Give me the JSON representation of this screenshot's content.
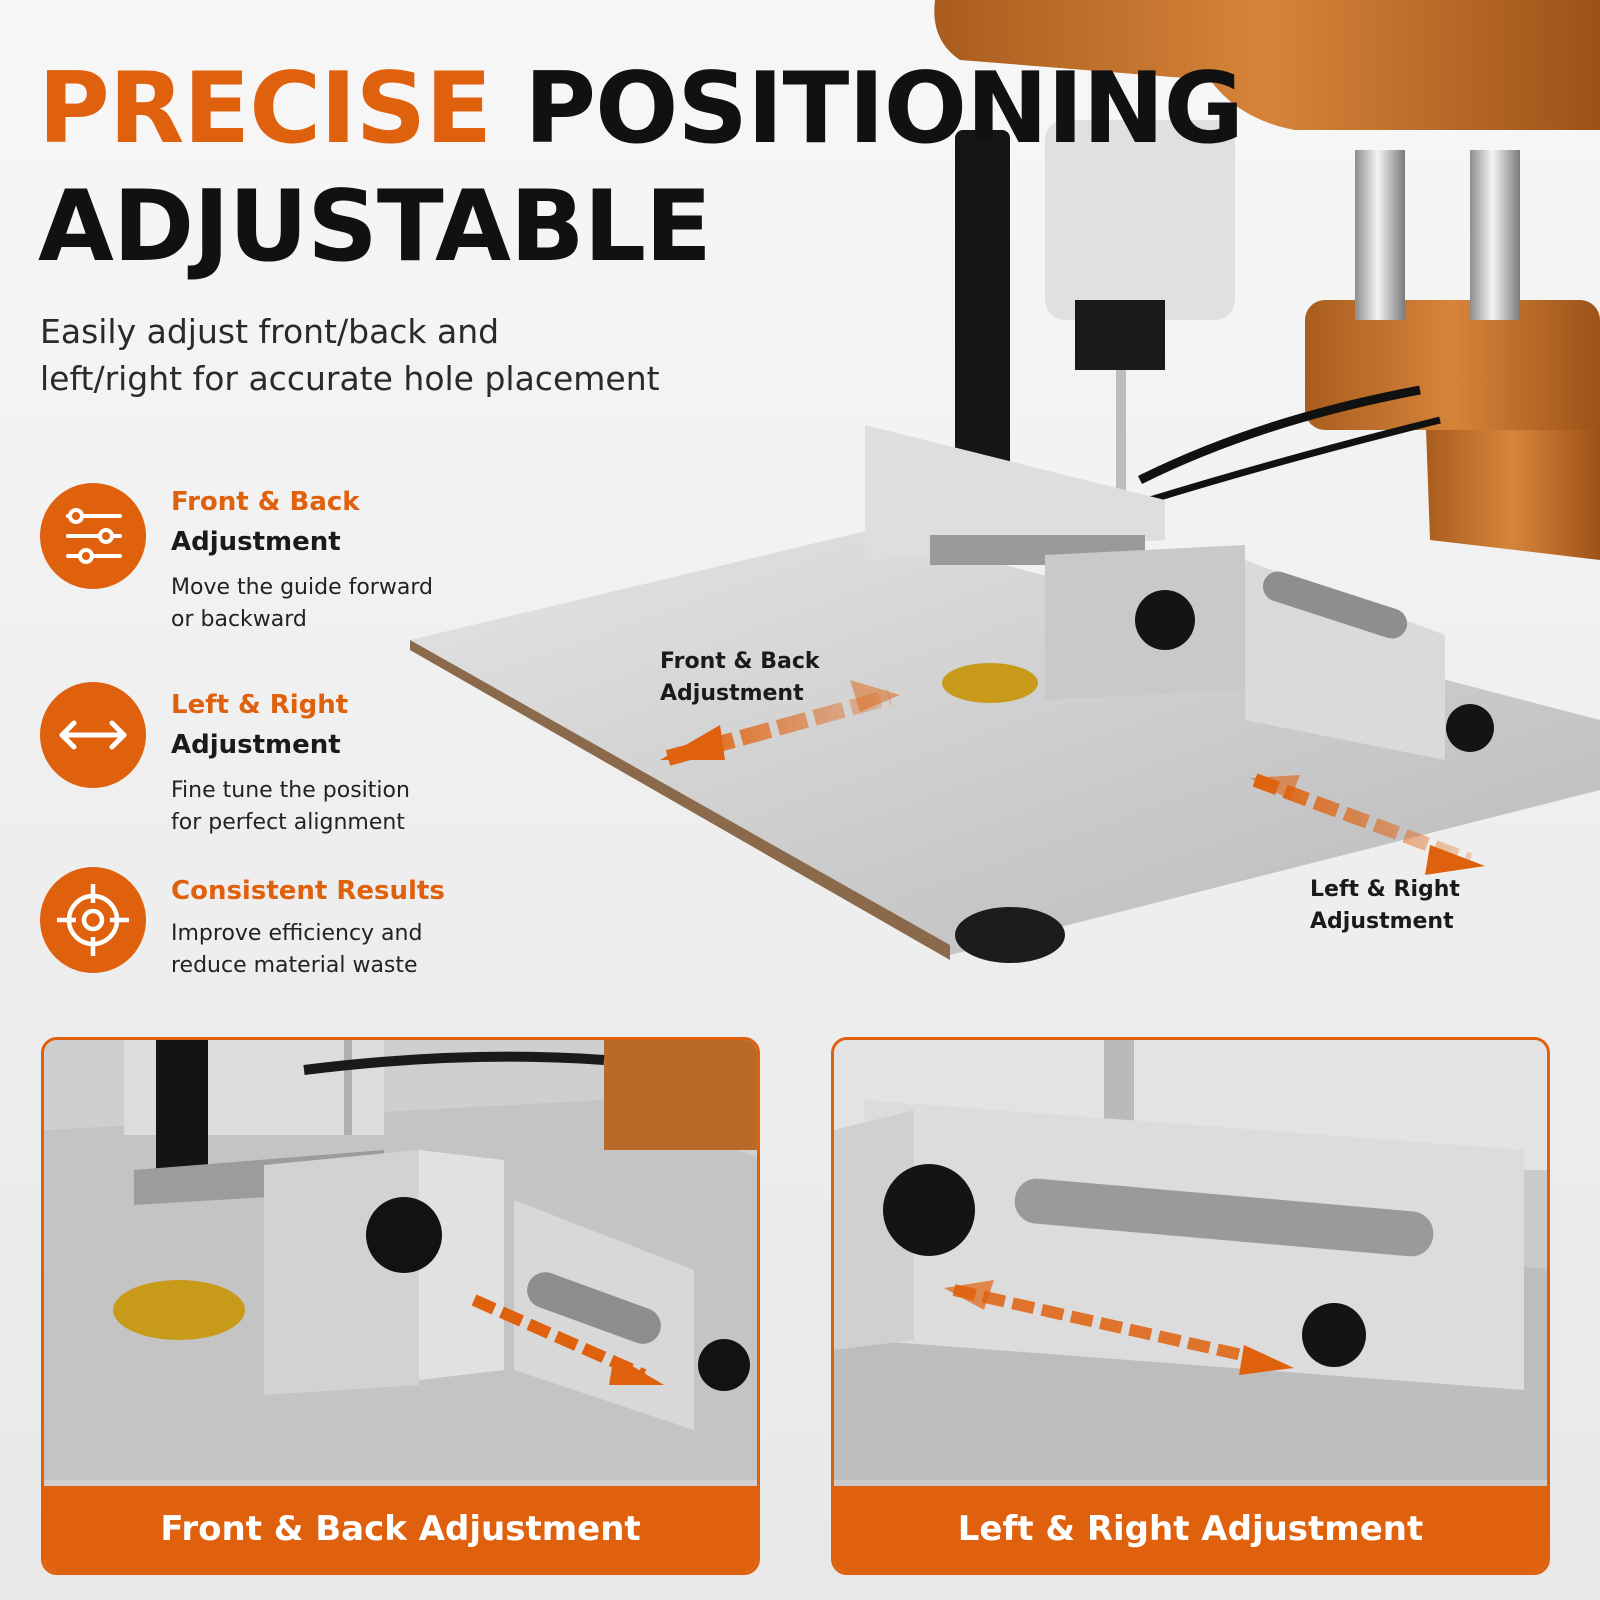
{
  "headline": {
    "line1_accent": "PRECISE",
    "line1_rest": "POSITIONING",
    "line2": "ADJUSTABLE"
  },
  "subtitle": {
    "line1": "Easily adjust front/back and",
    "line2": "left/right for accurate hole placement"
  },
  "features": [
    {
      "title": "Front & Back",
      "subtitle": "Adjustment",
      "desc_line1": "Move the guide forward",
      "desc_line2": "or backward",
      "icon": "sliders-icon"
    },
    {
      "title": "Left & Right",
      "subtitle": "Adjustment",
      "desc_line1": "Fine tune the position",
      "desc_line2": "for perfect alignment",
      "icon": "double-arrow-icon"
    },
    {
      "title": "Consistent Results",
      "subtitle": "",
      "desc_line1": "Improve efficiency and",
      "desc_line2": "reduce material waste",
      "icon": "target-icon"
    }
  ],
  "callouts": {
    "front_back": {
      "line1": "Front & Back",
      "line2": "Adjustment"
    },
    "left_right": {
      "line1": "Left & Right",
      "line2": "Adjustment"
    }
  },
  "panels": [
    {
      "caption": "Front & Back Adjustment"
    },
    {
      "caption": "Left & Right Adjustment"
    }
  ],
  "colors": {
    "accent": "#e0610d",
    "text": "#111111",
    "machine": "#c8742a",
    "plate": "#c9c9c9"
  }
}
